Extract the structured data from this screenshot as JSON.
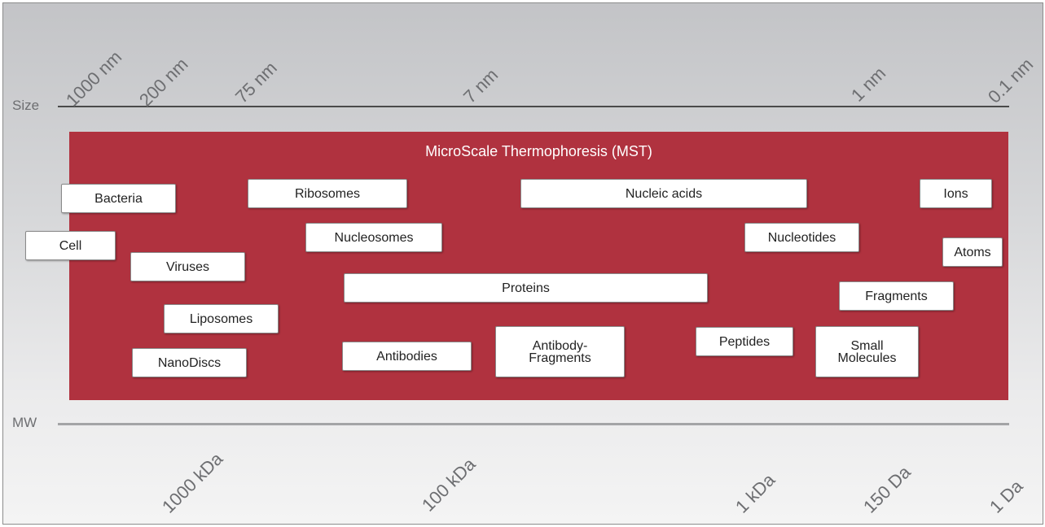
{
  "size_axis": {
    "title": "Size",
    "ticks": [
      "1000 nm",
      "200 nm",
      "75 nm",
      "7 nm",
      "1 nm",
      "0.1 nm"
    ]
  },
  "mw_axis": {
    "title": "MW",
    "ticks": [
      "1000 kDa",
      "100 kDa",
      "1 kDa",
      "150 Da",
      "1 Da"
    ]
  },
  "panel": {
    "title": "MicroScale Thermophoresis (MST)",
    "color": "#b0323f"
  },
  "molecules": [
    "Cell",
    "Bacteria",
    "Viruses",
    "Liposomes",
    "NanoDiscs",
    "Ribosomes",
    "Nucleosomes",
    "Proteins",
    "Antibodies",
    "Antibody-\nFragments",
    "Nucleic acids",
    "Nucleotides",
    "Peptides",
    "Fragments",
    "Small\nMolecules",
    "Ions",
    "Atoms"
  ]
}
